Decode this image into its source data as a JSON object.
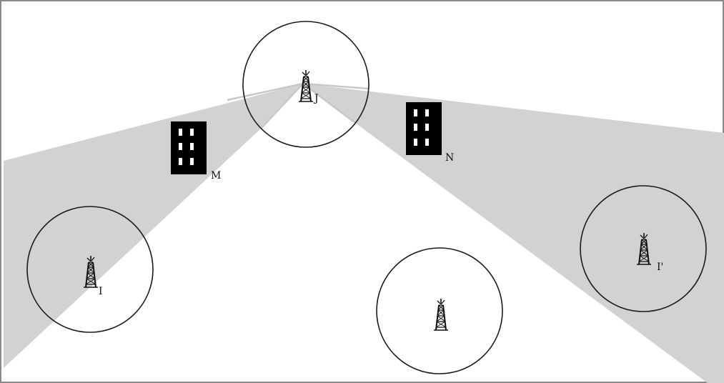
{
  "colors": {
    "background": "#ffffff",
    "frame": "#8a8a8a",
    "shadow_fill": "#d2d2d2",
    "beam": "#c8c8c8",
    "circle_stroke": "#1a1a1a",
    "building": "#000000",
    "window": "#ffffff"
  },
  "towers": [
    {
      "id": "central",
      "label": "J",
      "icon": "antenna-tower-icon"
    },
    {
      "id": "left",
      "label": "I",
      "icon": "antenna-tower-icon"
    },
    {
      "id": "bottom",
      "label": "",
      "icon": "antenna-tower-icon"
    },
    {
      "id": "right",
      "label": "I'",
      "icon": "antenna-tower-icon"
    }
  ],
  "buildings": [
    {
      "id": "m",
      "label": "M",
      "icon": "building-icon"
    },
    {
      "id": "n",
      "label": "N",
      "icon": "building-icon"
    }
  ]
}
